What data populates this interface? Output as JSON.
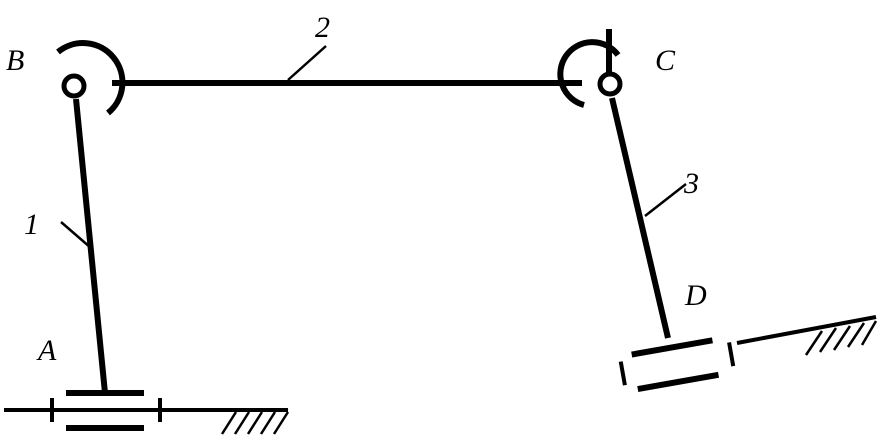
{
  "diagram": {
    "joints": {
      "a": "A",
      "b": "B",
      "c": "C",
      "d": "D"
    },
    "links": {
      "l1": "1",
      "l2": "2",
      "l3": "3"
    }
  }
}
